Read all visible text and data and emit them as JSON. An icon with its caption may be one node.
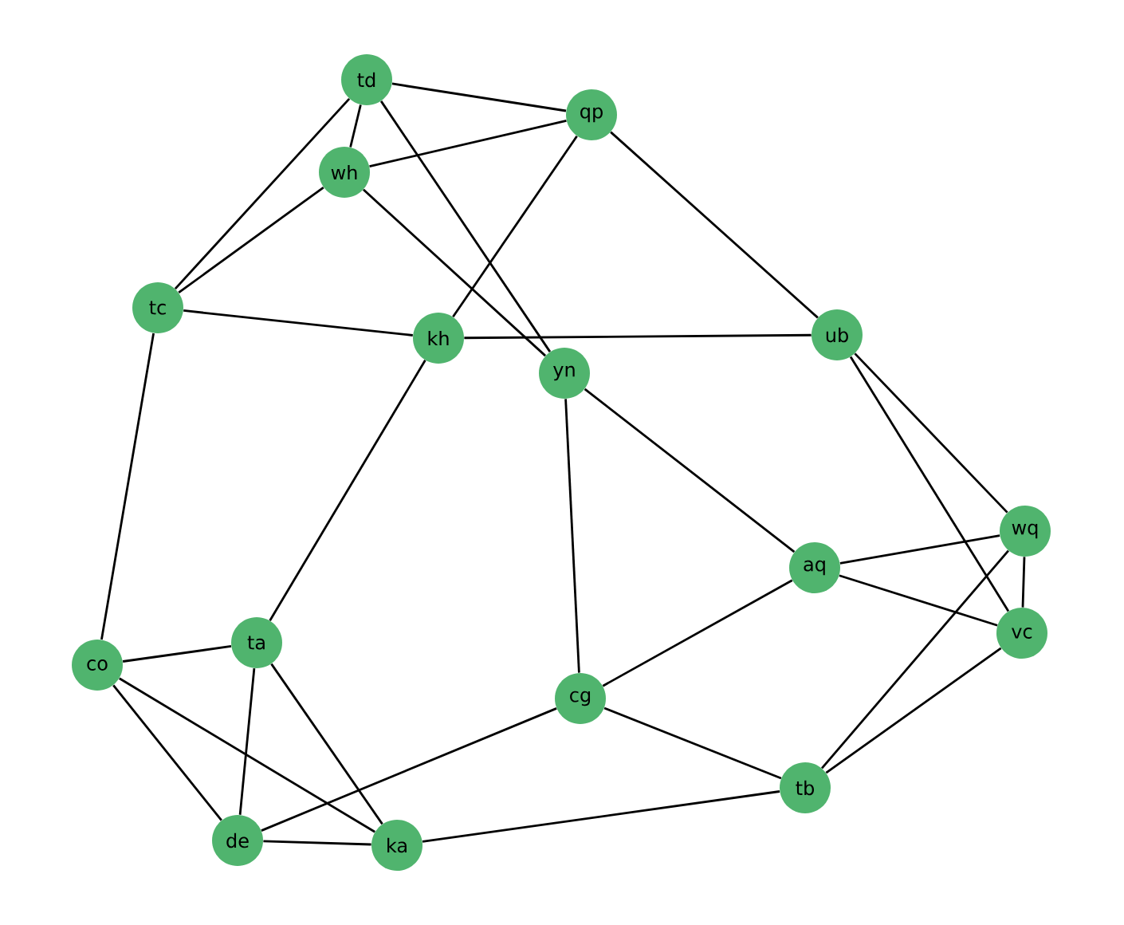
{
  "diagram": {
    "nodes": [
      {
        "text": [
          "td"
        ]
      },
      {
        "text": [
          "qp"
        ]
      },
      {
        "text": [
          "wh"
        ]
      },
      {
        "text": [
          "tc"
        ]
      },
      {
        "text": [
          "ub"
        ]
      },
      {
        "text": [
          "kh"
        ]
      },
      {
        "text": [
          "yn"
        ]
      },
      {
        "text": [
          "wq"
        ]
      },
      {
        "text": [
          "aq"
        ]
      },
      {
        "text": [
          "vc"
        ]
      },
      {
        "text": [
          "ta"
        ]
      },
      {
        "text": [
          "co"
        ]
      },
      {
        "text": [
          "cg"
        ]
      },
      {
        "text": [
          "tb"
        ]
      },
      {
        "text": [
          "de"
        ]
      },
      {
        "text": [
          "ka"
        ]
      }
    ],
    "edges": [
      {
        "from": 0,
        "to": 1,
        "arrow": "none"
      },
      {
        "from": 0,
        "to": 2,
        "arrow": "none"
      },
      {
        "from": 0,
        "to": 3,
        "arrow": "none"
      },
      {
        "from": 0,
        "to": 6,
        "arrow": "none"
      },
      {
        "from": 2,
        "to": 1,
        "arrow": "none"
      },
      {
        "from": 2,
        "to": 3,
        "arrow": "none"
      },
      {
        "from": 2,
        "to": 6,
        "arrow": "none"
      },
      {
        "from": 1,
        "to": 5,
        "arrow": "none"
      },
      {
        "from": 1,
        "to": 4,
        "arrow": "none"
      },
      {
        "from": 3,
        "to": 5,
        "arrow": "none"
      },
      {
        "from": 3,
        "to": 11,
        "arrow": "none"
      },
      {
        "from": 5,
        "to": 4,
        "arrow": "none"
      },
      {
        "from": 5,
        "to": 10,
        "arrow": "none"
      },
      {
        "from": 6,
        "to": 12,
        "arrow": "none"
      },
      {
        "from": 6,
        "to": 8,
        "arrow": "none"
      },
      {
        "from": 4,
        "to": 7,
        "arrow": "none"
      },
      {
        "from": 4,
        "to": 9,
        "arrow": "none"
      },
      {
        "from": 8,
        "to": 7,
        "arrow": "none"
      },
      {
        "from": 8,
        "to": 9,
        "arrow": "none"
      },
      {
        "from": 8,
        "to": 12,
        "arrow": "none"
      },
      {
        "from": 7,
        "to": 9,
        "arrow": "none"
      },
      {
        "from": 7,
        "to": 13,
        "arrow": "none"
      },
      {
        "from": 9,
        "to": 13,
        "arrow": "none"
      },
      {
        "from": 11,
        "to": 10,
        "arrow": "none"
      },
      {
        "from": 11,
        "to": 14,
        "arrow": "none"
      },
      {
        "from": 11,
        "to": 15,
        "arrow": "none"
      },
      {
        "from": 10,
        "to": 14,
        "arrow": "none"
      },
      {
        "from": 10,
        "to": 15,
        "arrow": "none"
      },
      {
        "from": 12,
        "to": 14,
        "arrow": "none"
      },
      {
        "from": 12,
        "to": 13,
        "arrow": "none"
      },
      {
        "from": 14,
        "to": 15,
        "arrow": "none"
      },
      {
        "from": 15,
        "to": 13,
        "arrow": "none"
      }
    ]
  }
}
